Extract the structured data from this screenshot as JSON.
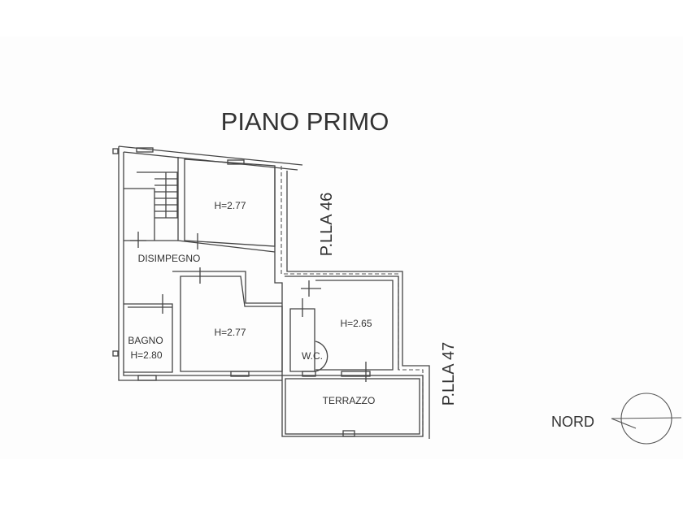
{
  "title": "PIANO PRIMO",
  "rooms": {
    "room_upper": "H=2.77",
    "disimpegno": "DISIMPEGNO",
    "room_middle": "H=2.77",
    "bagno_label": "BAGNO",
    "bagno_height": "H=2.80",
    "room_right": "H=2.65",
    "wc": "W.C.",
    "terrazzo": "TERRAZZO"
  },
  "parcels": {
    "north": "P.LLA 46",
    "east": "P.LLA 47"
  },
  "compass": {
    "label": "NORD"
  }
}
